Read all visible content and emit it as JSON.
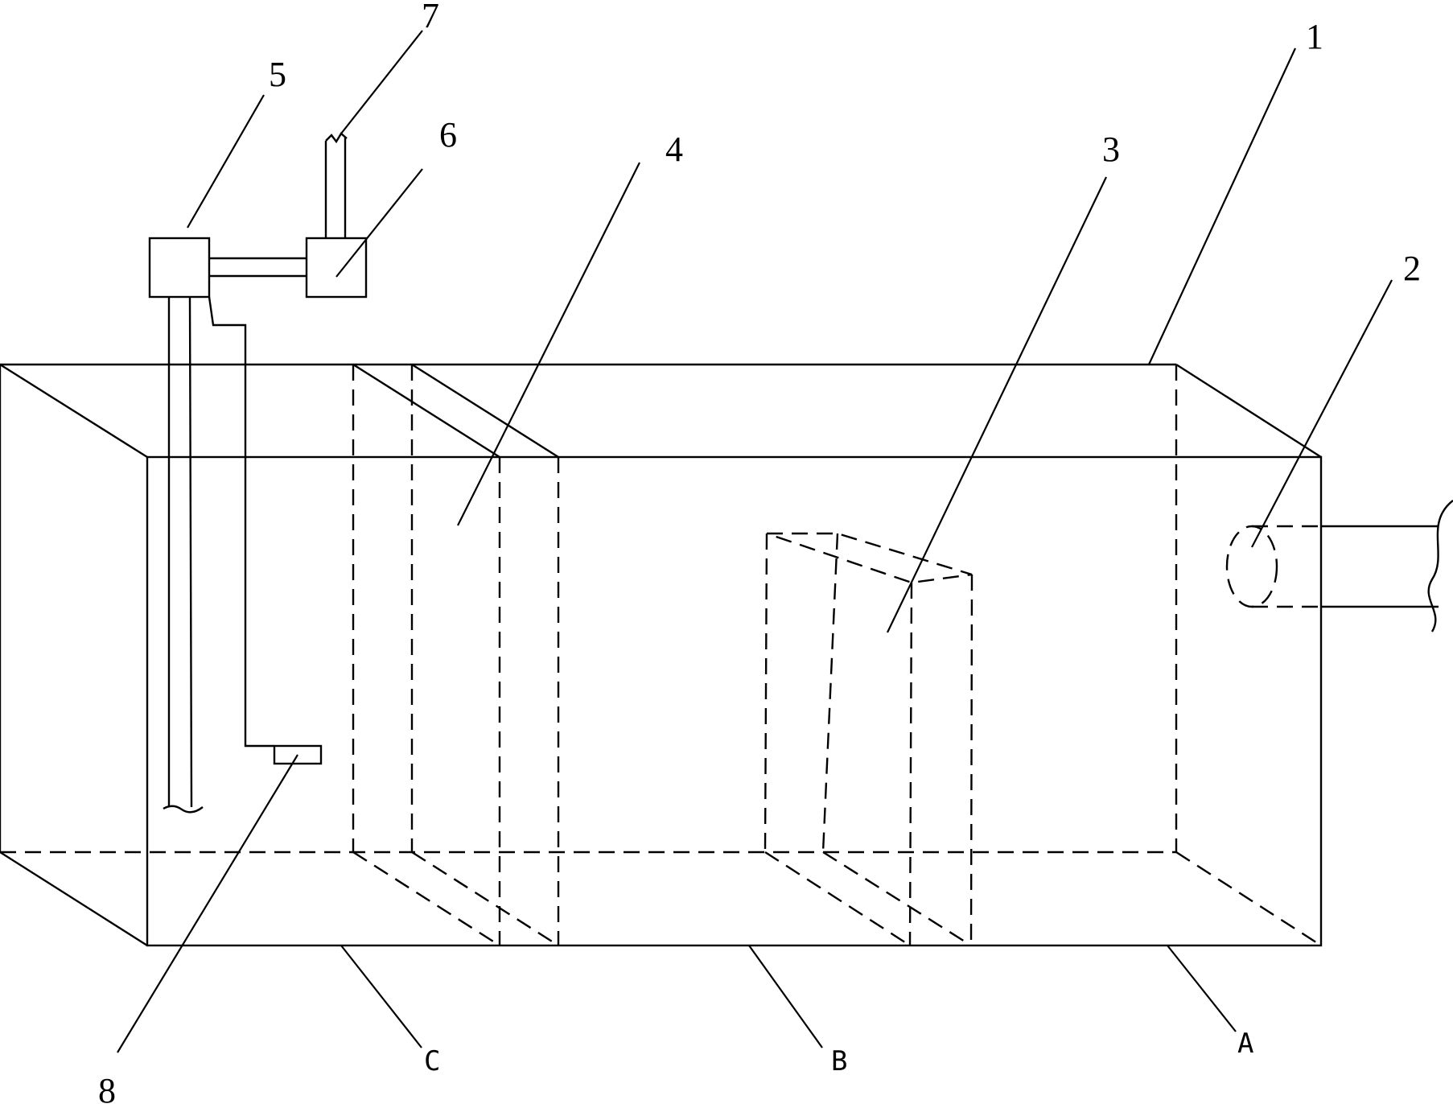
{
  "labels": {
    "n1": "1",
    "n2": "2",
    "n3": "3",
    "n4": "4",
    "n5": "5",
    "n6": "6",
    "n7": "7",
    "n8": "8",
    "zone_a": "A",
    "zone_b": "B",
    "zone_c": "C"
  }
}
